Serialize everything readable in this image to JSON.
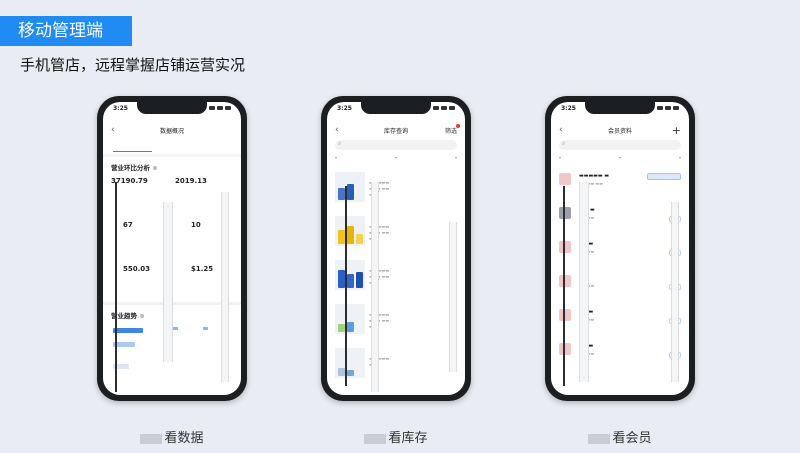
{
  "banner": {
    "title": "移动管理端"
  },
  "subtitle": "手机管店，远程掌握店铺运营实况",
  "phones": [
    {
      "time": "3:25",
      "nav_title": "数据概况",
      "tabs": [
        "",
        "",
        ""
      ],
      "section1": "营业环比分析",
      "stats": [
        {
          "label": "",
          "value": "37190.79",
          "sub": ""
        },
        {
          "label": "",
          "value": "2019.13",
          "sub": ""
        },
        {
          "label": "",
          "value": "67",
          "sub": ""
        },
        {
          "label": "",
          "value": "10",
          "sub": ""
        },
        {
          "label": "",
          "value": "550.03",
          "sub": ""
        },
        {
          "label": "",
          "value": "$1.25",
          "sub": ""
        }
      ],
      "section2": "营业趋势",
      "caption": "看数据"
    },
    {
      "time": "3:25",
      "nav_title": "库存查询",
      "nav_right": "筛选",
      "search_placeholder": "",
      "filters": [
        "",
        "",
        ""
      ],
      "products": [
        {
          "name": ""
        },
        {
          "name": ""
        },
        {
          "name": ""
        },
        {
          "name": ""
        },
        {
          "name": ""
        }
      ],
      "caption": "看库存"
    },
    {
      "time": "3:25",
      "nav_title": "会员资料",
      "nav_right": "+",
      "search_placeholder": "",
      "filters": [
        "",
        "",
        ""
      ],
      "caption": "看会员"
    }
  ]
}
